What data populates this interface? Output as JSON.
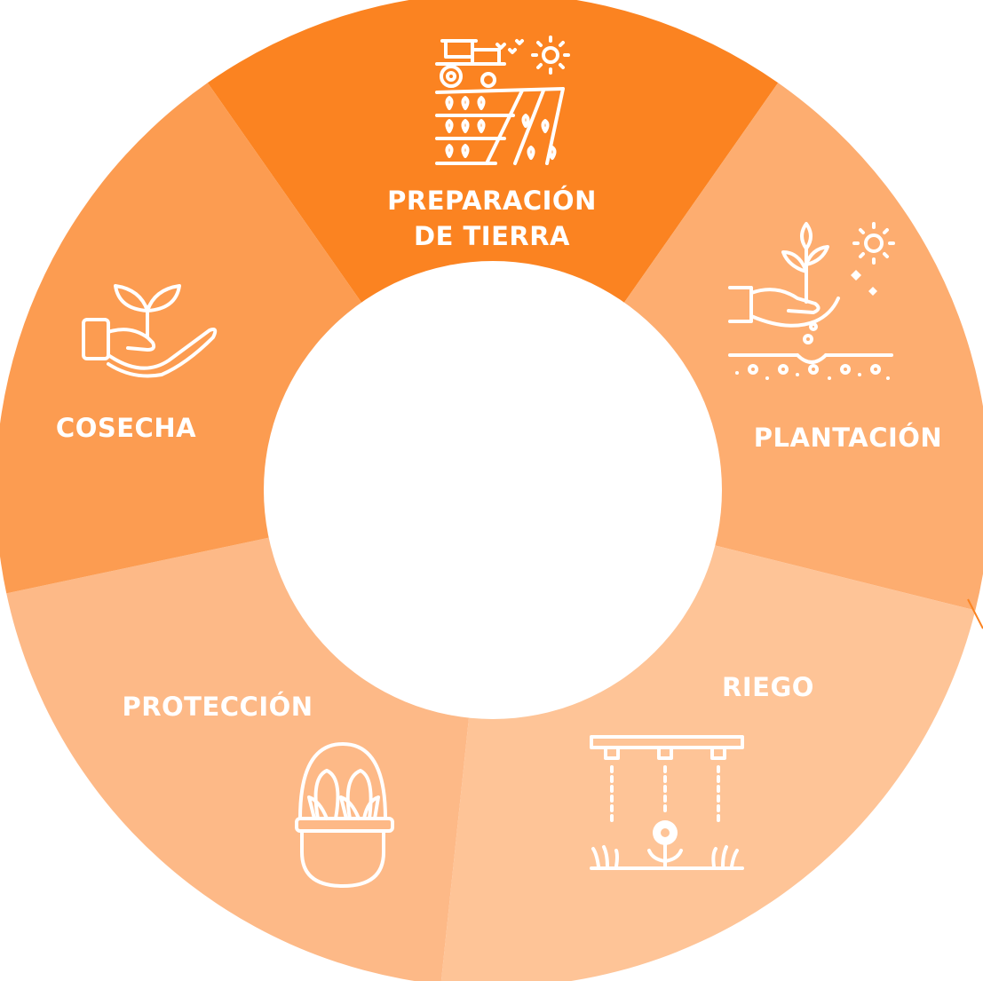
{
  "diagram": {
    "segments": [
      {
        "id": "preparacion",
        "label_lines": [
          "PREPARACIÓN",
          "DE TIERRA"
        ],
        "color": "#fb8321",
        "icon": "tractor-field-icon"
      },
      {
        "id": "plantacion",
        "label_lines": [
          "PLANTACIÓN"
        ],
        "color": "#fdad70",
        "icon": "hand-planting-seedling-icon"
      },
      {
        "id": "riego",
        "label_lines": [
          "RIEGO"
        ],
        "color": "#fec497",
        "icon": "irrigation-sprinkler-icon"
      },
      {
        "id": "proteccion",
        "label_lines": [
          "PROTECCIÓN"
        ],
        "color": "#fdb987",
        "icon": "basket-icon"
      },
      {
        "id": "cosecha",
        "label_lines": [
          "COSECHA"
        ],
        "color": "#fc9c51",
        "icon": "hand-sprout-icon"
      }
    ],
    "center_color": "#ffffff"
  }
}
